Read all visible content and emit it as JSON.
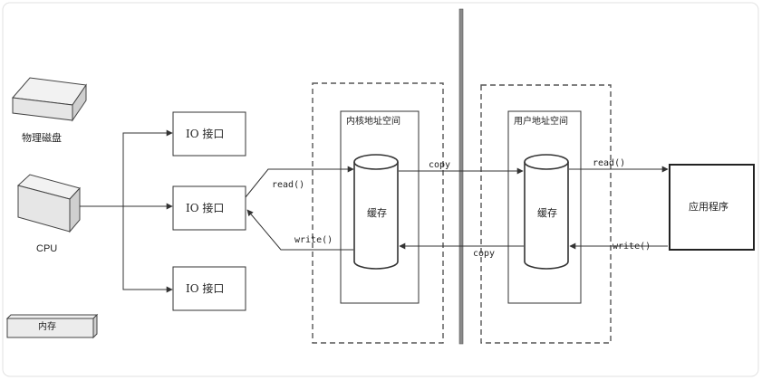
{
  "devices": {
    "disk_label": "物理磁盘",
    "cpu_label": "CPU",
    "memory_label": "内存"
  },
  "io_ports": [
    "IO 接口",
    "IO 接口",
    "IO 接口"
  ],
  "kernel_space": {
    "title": "内核地址空间",
    "buffer_label": "缓存"
  },
  "user_space": {
    "title": "用户地址空间",
    "buffer_label": "缓存"
  },
  "application": {
    "label": "应用程序"
  },
  "edges": {
    "kernel_read": "read()",
    "kernel_write": "write()",
    "copy_to_user": "copy",
    "copy_to_kernel": "copy",
    "app_read": "read()",
    "app_write": "write()"
  },
  "colors": {
    "stroke": "#333333",
    "dash": "#555555",
    "bar": "#777777"
  }
}
